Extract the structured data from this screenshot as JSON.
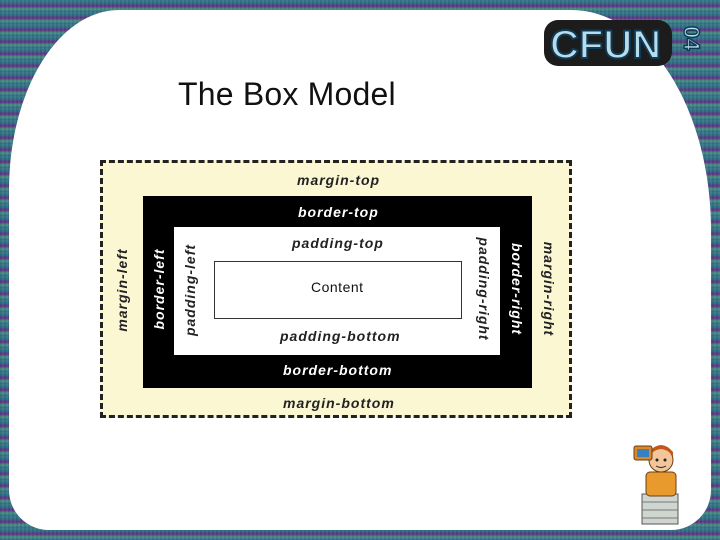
{
  "slide": {
    "title": "The Box Model",
    "logo_text": "CFUN",
    "logo_suffix": "04"
  },
  "diagram": {
    "margin_top": "margin-top",
    "margin_bottom": "margin-bottom",
    "margin_left": "margin-left",
    "margin_right": "margin-right",
    "border_top": "border-top",
    "border_bottom": "border-bottom",
    "border_left": "border-left",
    "border_right": "border-right",
    "padding_top": "padding-top",
    "padding_bottom": "padding-bottom",
    "padding_left": "padding-left",
    "padding_right": "padding-right",
    "content": "Content"
  },
  "colors": {
    "margin_fill": "#fbf7d2",
    "border_fill": "#000000",
    "padding_fill": "#ffffff"
  }
}
